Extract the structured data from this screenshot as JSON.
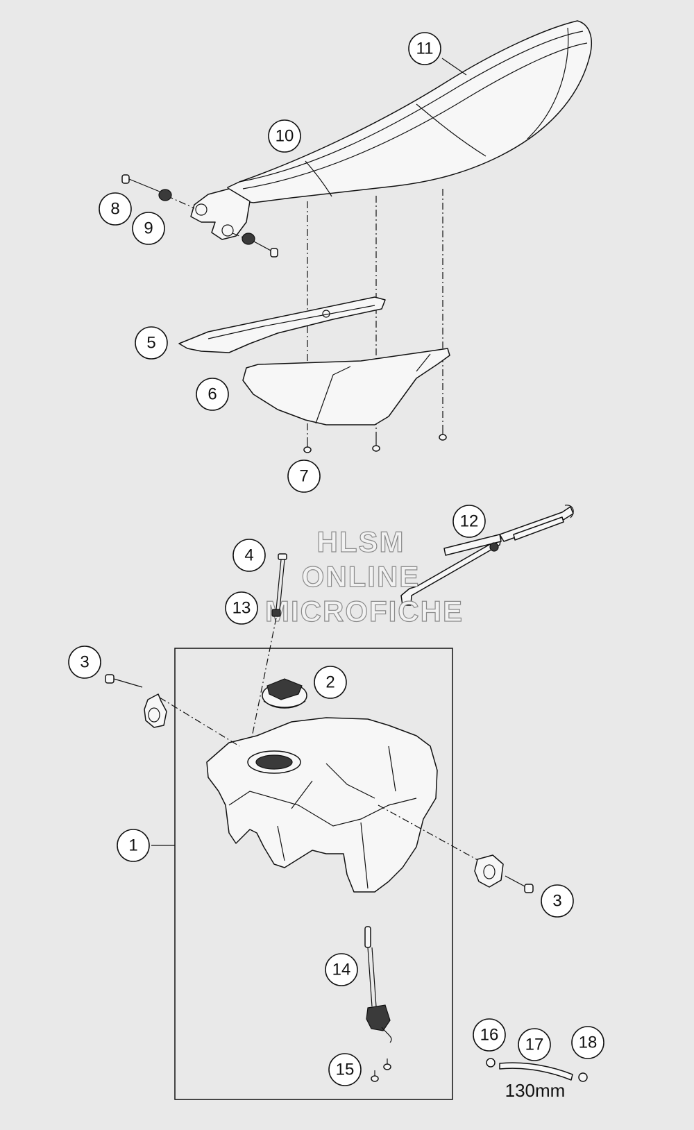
{
  "callouts": [
    {
      "label": "11"
    },
    {
      "label": "10"
    },
    {
      "label": "8"
    },
    {
      "label": "9"
    },
    {
      "label": "5"
    },
    {
      "label": "6"
    },
    {
      "label": "7"
    },
    {
      "label": "12"
    },
    {
      "label": "4"
    },
    {
      "label": "13"
    },
    {
      "label": "3"
    },
    {
      "label": "2"
    },
    {
      "label": "1"
    },
    {
      "label": "3"
    },
    {
      "label": "14"
    },
    {
      "label": "16"
    },
    {
      "label": "17"
    },
    {
      "label": "18"
    },
    {
      "label": "15"
    }
  ],
  "watermark": {
    "line1": "HLSM",
    "line2": "ONLINE",
    "line3": "MICROFICHE"
  },
  "hose_dimension": "130mm"
}
